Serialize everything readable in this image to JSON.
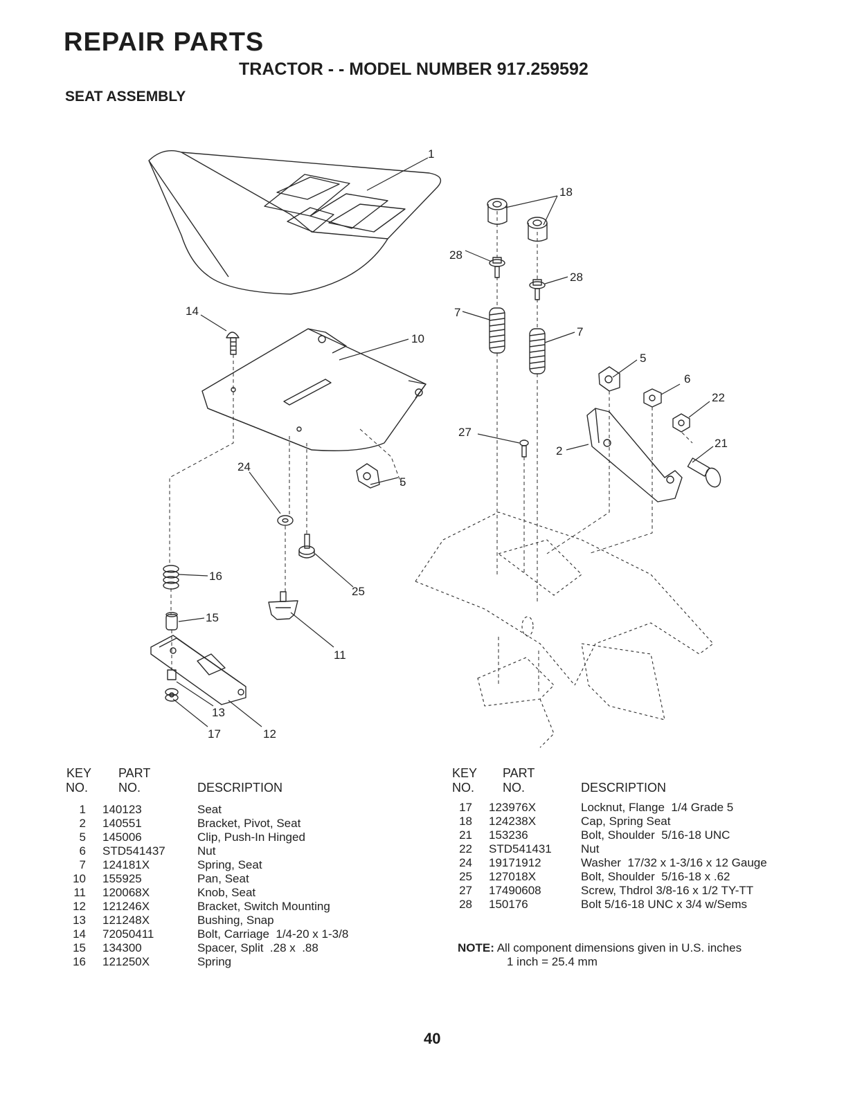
{
  "header": {
    "title": "REPAIR PARTS",
    "subtitle": "TRACTOR - - MODEL NUMBER 917.259592",
    "section": "SEAT ASSEMBLY"
  },
  "diagram": {
    "callouts": [
      "1",
      "18",
      "28",
      "28",
      "14",
      "10",
      "7",
      "7",
      "5",
      "6",
      "22",
      "27",
      "2",
      "21",
      "24",
      "5",
      "16",
      "25",
      "15",
      "11",
      "13",
      "17",
      "12"
    ]
  },
  "columns": {
    "key": "KEY",
    "no": "NO.",
    "part": "PART",
    "part_no": "NO.",
    "description": "DESCRIPTION"
  },
  "parts_left": [
    {
      "key": "1",
      "part": "140123",
      "desc": "Seat"
    },
    {
      "key": "2",
      "part": "140551",
      "desc": "Bracket, Pivot, Seat"
    },
    {
      "key": "5",
      "part": "145006",
      "desc": "Clip, Push-In Hinged"
    },
    {
      "key": "6",
      "part": "STD541437",
      "desc": "Nut"
    },
    {
      "key": "7",
      "part": "124181X",
      "desc": "Spring, Seat"
    },
    {
      "key": "10",
      "part": "155925",
      "desc": "Pan, Seat"
    },
    {
      "key": "11",
      "part": "120068X",
      "desc": "Knob, Seat"
    },
    {
      "key": "12",
      "part": "121246X",
      "desc": "Bracket, Switch Mounting"
    },
    {
      "key": "13",
      "part": "121248X",
      "desc": "Bushing, Snap"
    },
    {
      "key": "14",
      "part": "72050411",
      "desc": "Bolt, Carriage  1/4-20 x 1-3/8"
    },
    {
      "key": "15",
      "part": "134300",
      "desc": "Spacer, Split  .28 x  .88"
    },
    {
      "key": "16",
      "part": "121250X",
      "desc": "Spring"
    }
  ],
  "parts_right": [
    {
      "key": "17",
      "part": "123976X",
      "desc": "Locknut, Flange  1/4 Grade 5"
    },
    {
      "key": "18",
      "part": "124238X",
      "desc": "Cap, Spring Seat"
    },
    {
      "key": "21",
      "part": "153236",
      "desc": "Bolt, Shoulder  5/16-18 UNC"
    },
    {
      "key": "22",
      "part": "STD541431",
      "desc": "Nut"
    },
    {
      "key": "24",
      "part": "19171912",
      "desc": "Washer  17/32 x 1-3/16 x 12 Gauge"
    },
    {
      "key": "25",
      "part": "127018X",
      "desc": "Bolt, Shoulder  5/16-18 x .62"
    },
    {
      "key": "27",
      "part": "17490608",
      "desc": "Screw, Thdrol 3/8-16 x 1/2 TY-TT"
    },
    {
      "key": "28",
      "part": "150176",
      "desc": "Bolt 5/16-18 UNC x 3/4 w/Sems"
    }
  ],
  "note": {
    "label": "NOTE:",
    "line1": "All component dimensions given in U.S. inches",
    "line2": "1 inch = 25.4 mm"
  },
  "page_number": "40"
}
